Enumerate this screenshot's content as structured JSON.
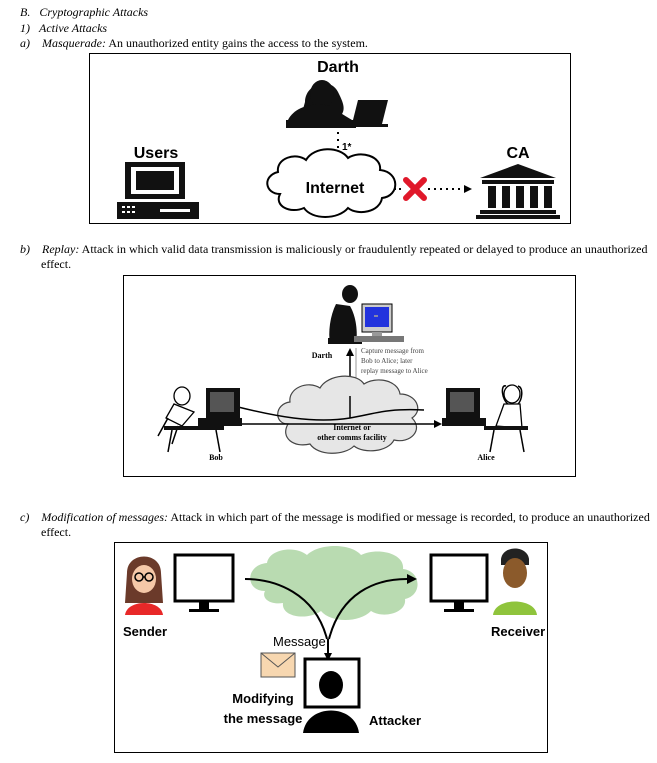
{
  "section": {
    "heading": "B.   Cryptographic Attacks",
    "subheading": "1)   Active Attacks"
  },
  "items": {
    "a": {
      "marker": "a)",
      "term": "Masquerade:",
      "text": " An unauthorized entity gains the access to the system."
    },
    "b": {
      "marker": "b)",
      "term": "Replay:",
      "text": " Attack in which valid data transmission is maliciously or fraudulently repeated or delayed to produce an unauthorized",
      "text_cont": "effect."
    },
    "c": {
      "marker": "c)",
      "term": "Modification of messages:",
      "text": " Attack in which part of the message is modified or message is recorded, to produce an unauthorized",
      "text_cont": "effect."
    }
  },
  "figure1": {
    "darth": "Darth",
    "users": "Users",
    "ca": "CA",
    "internet": "Internet",
    "step": "1*"
  },
  "figure2": {
    "darth": "Darth",
    "capture_line1": "Capture message from",
    "capture_line2": "Bob to Alice; later",
    "capture_line3": "replay message to Alice",
    "bob": "Bob",
    "alice": "Alice",
    "cloud_line1": "Internet or",
    "cloud_line2": "other comms facility"
  },
  "figure3": {
    "sender": "Sender",
    "receiver": "Receiver",
    "message": "Message",
    "modifying_line1": "Modifying",
    "modifying_line2": "the message",
    "attacker": "Attacker"
  },
  "colors": {
    "red_x": "#e0182a",
    "cloud_green": "#b9dbb1",
    "screen_blue": "#2233dd",
    "envelope": "#f7d7b0",
    "sender_shirt": "#e82828",
    "receiver_shirt": "#8fc43c"
  }
}
